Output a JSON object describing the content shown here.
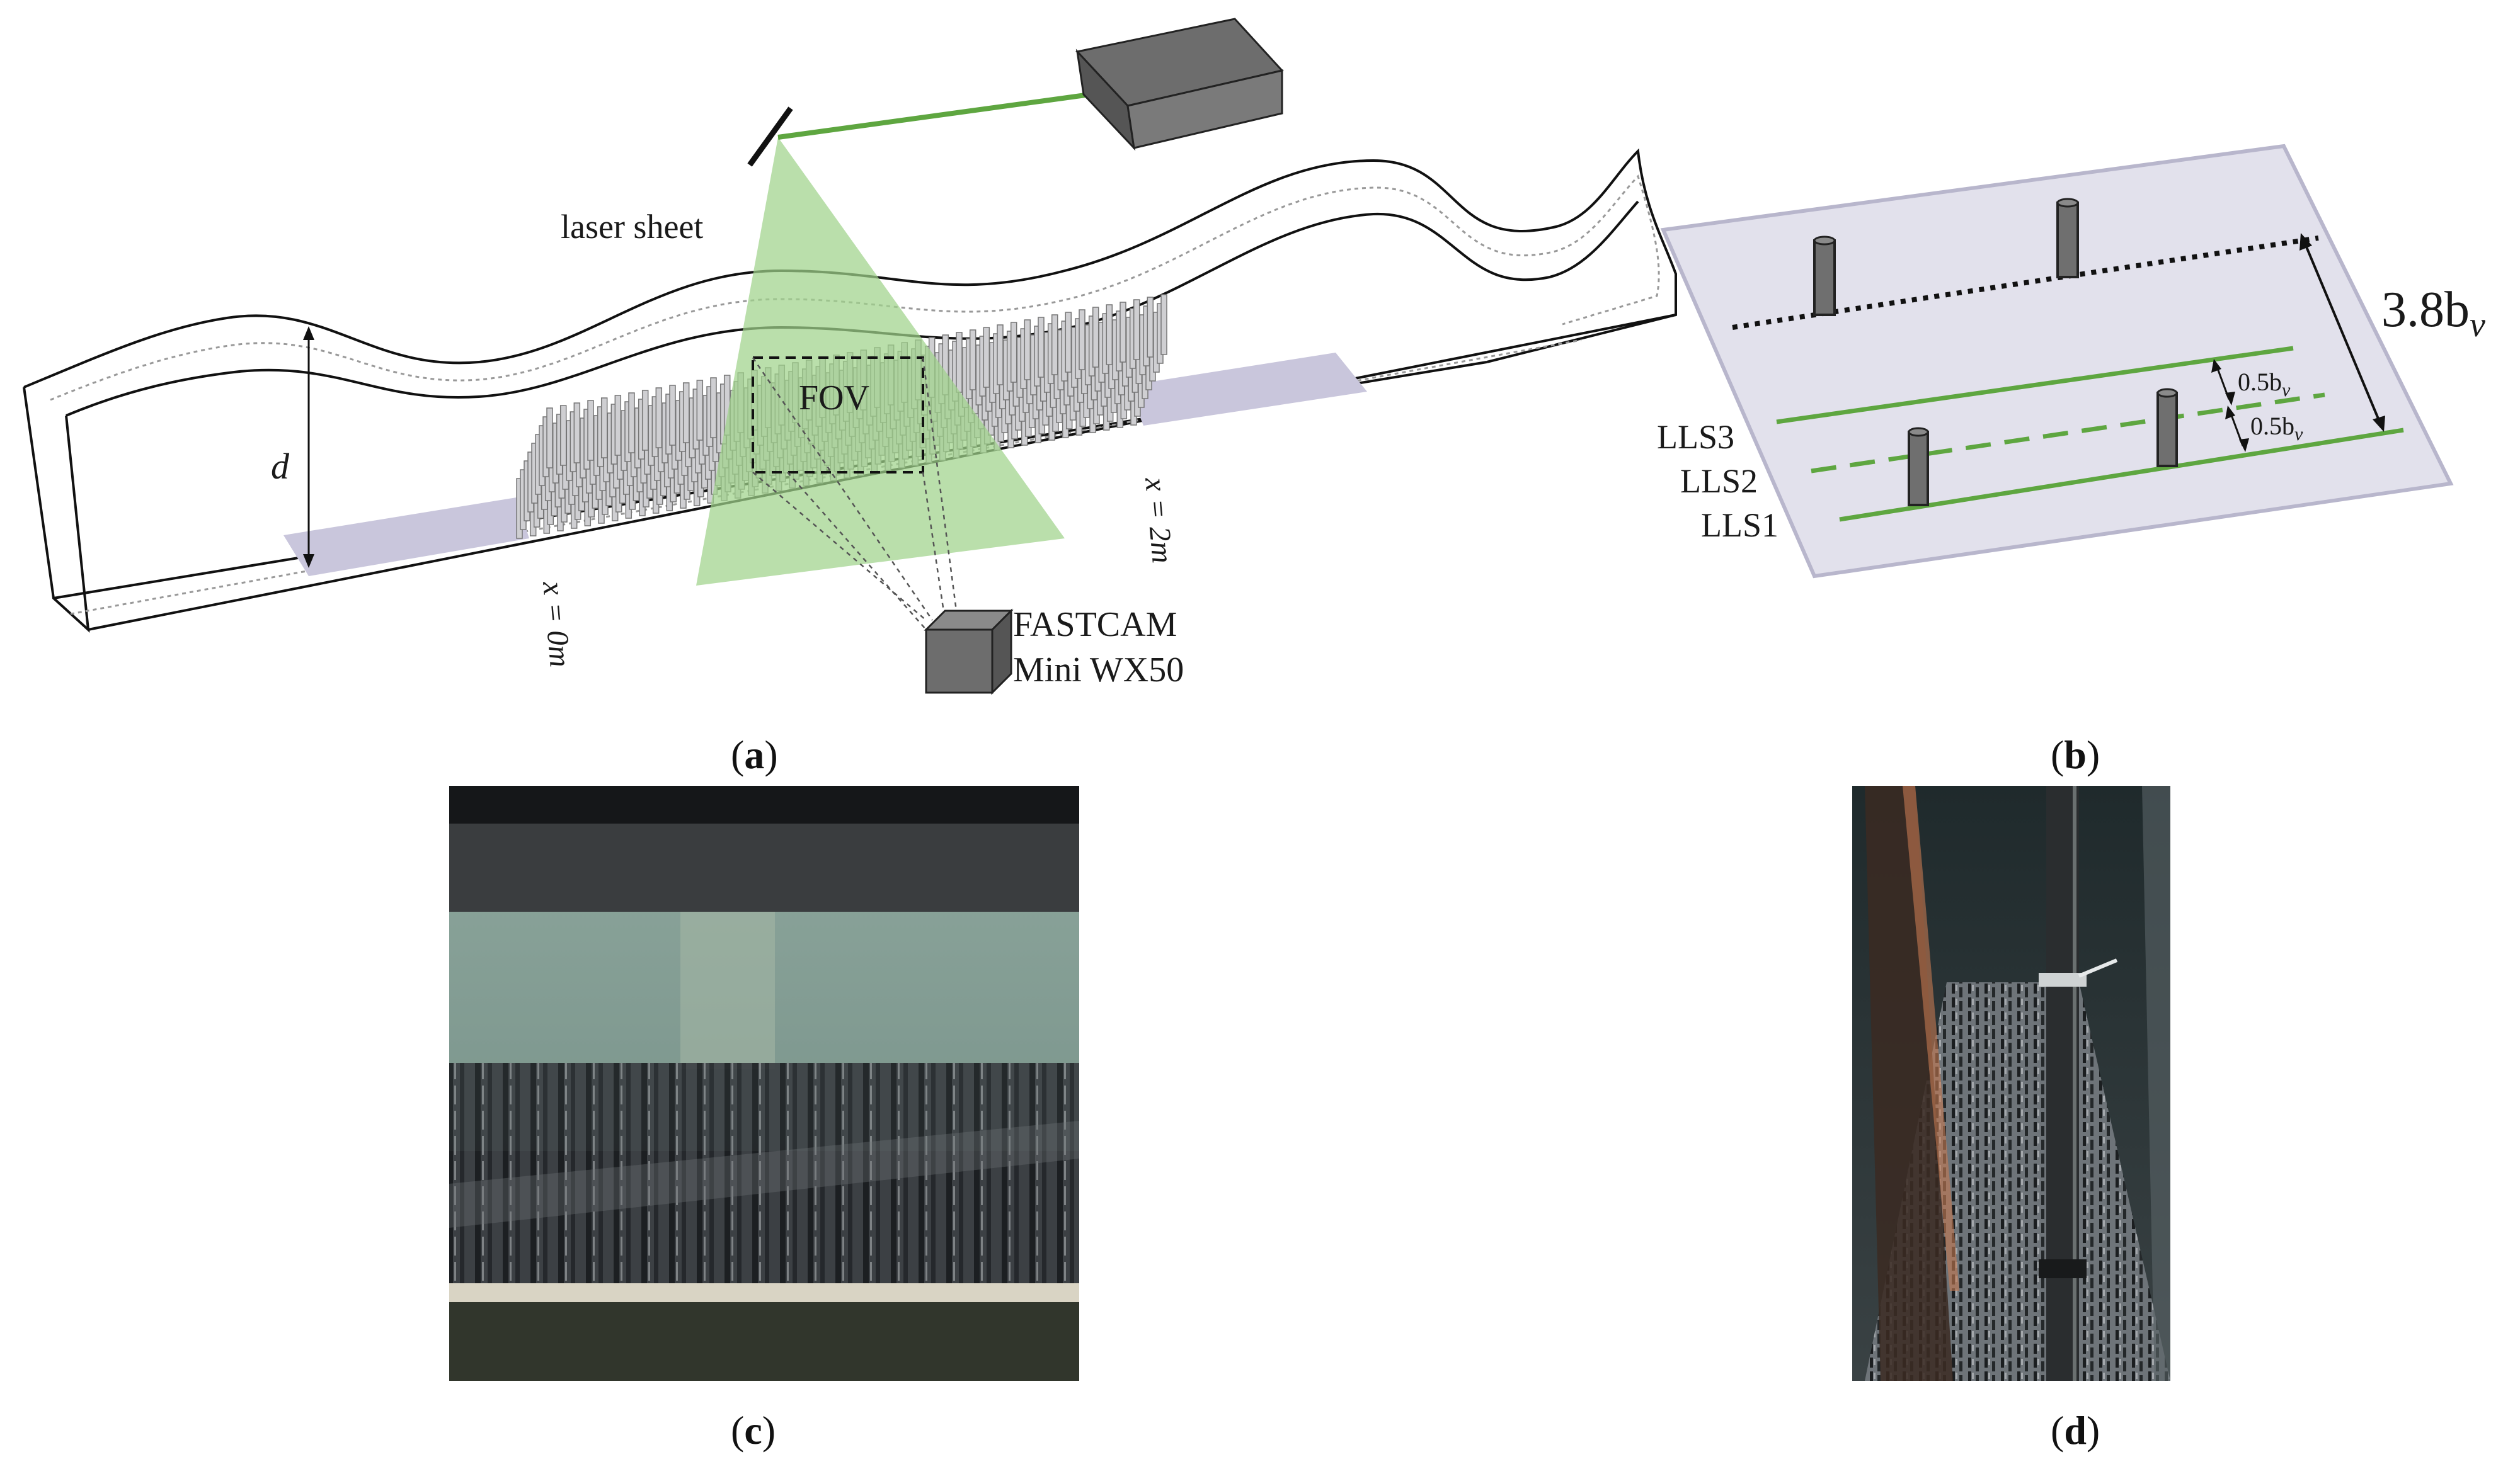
{
  "panel_a": {
    "caption_open": "(",
    "caption_letter": "a",
    "caption_close": ")",
    "laser_sheet_label": "laser sheet",
    "fov_label": "FOV",
    "depth_label": "d",
    "x_start_label": "x = 0m",
    "x_end_label": "x = 2m",
    "camera_name_line1": "FASTCAM",
    "camera_name_line2": "Mini WX50"
  },
  "panel_b": {
    "caption_open": "(",
    "caption_letter": "b",
    "caption_close": ")",
    "spacing_total": "3.8b",
    "spacing_total_sub": "v",
    "spacing_upper": "0.5b",
    "spacing_upper_sub": "v",
    "spacing_lower": "0.5b",
    "spacing_lower_sub": "v",
    "lines": [
      "LLS3",
      "LLS2",
      "LLS1"
    ]
  },
  "panel_c": {
    "caption_open": "(",
    "caption_letter": "c",
    "caption_close": ")"
  },
  "panel_d": {
    "caption_open": "(",
    "caption_letter": "d",
    "caption_close": ")"
  },
  "colors": {
    "laser_green": "#6aae4a",
    "laser_fill": "#9fd28a",
    "vegetation_bed": "#c9c6dc",
    "cylinder_gray": "#6f6f6f",
    "camera_gray": "#6d6d6d"
  }
}
